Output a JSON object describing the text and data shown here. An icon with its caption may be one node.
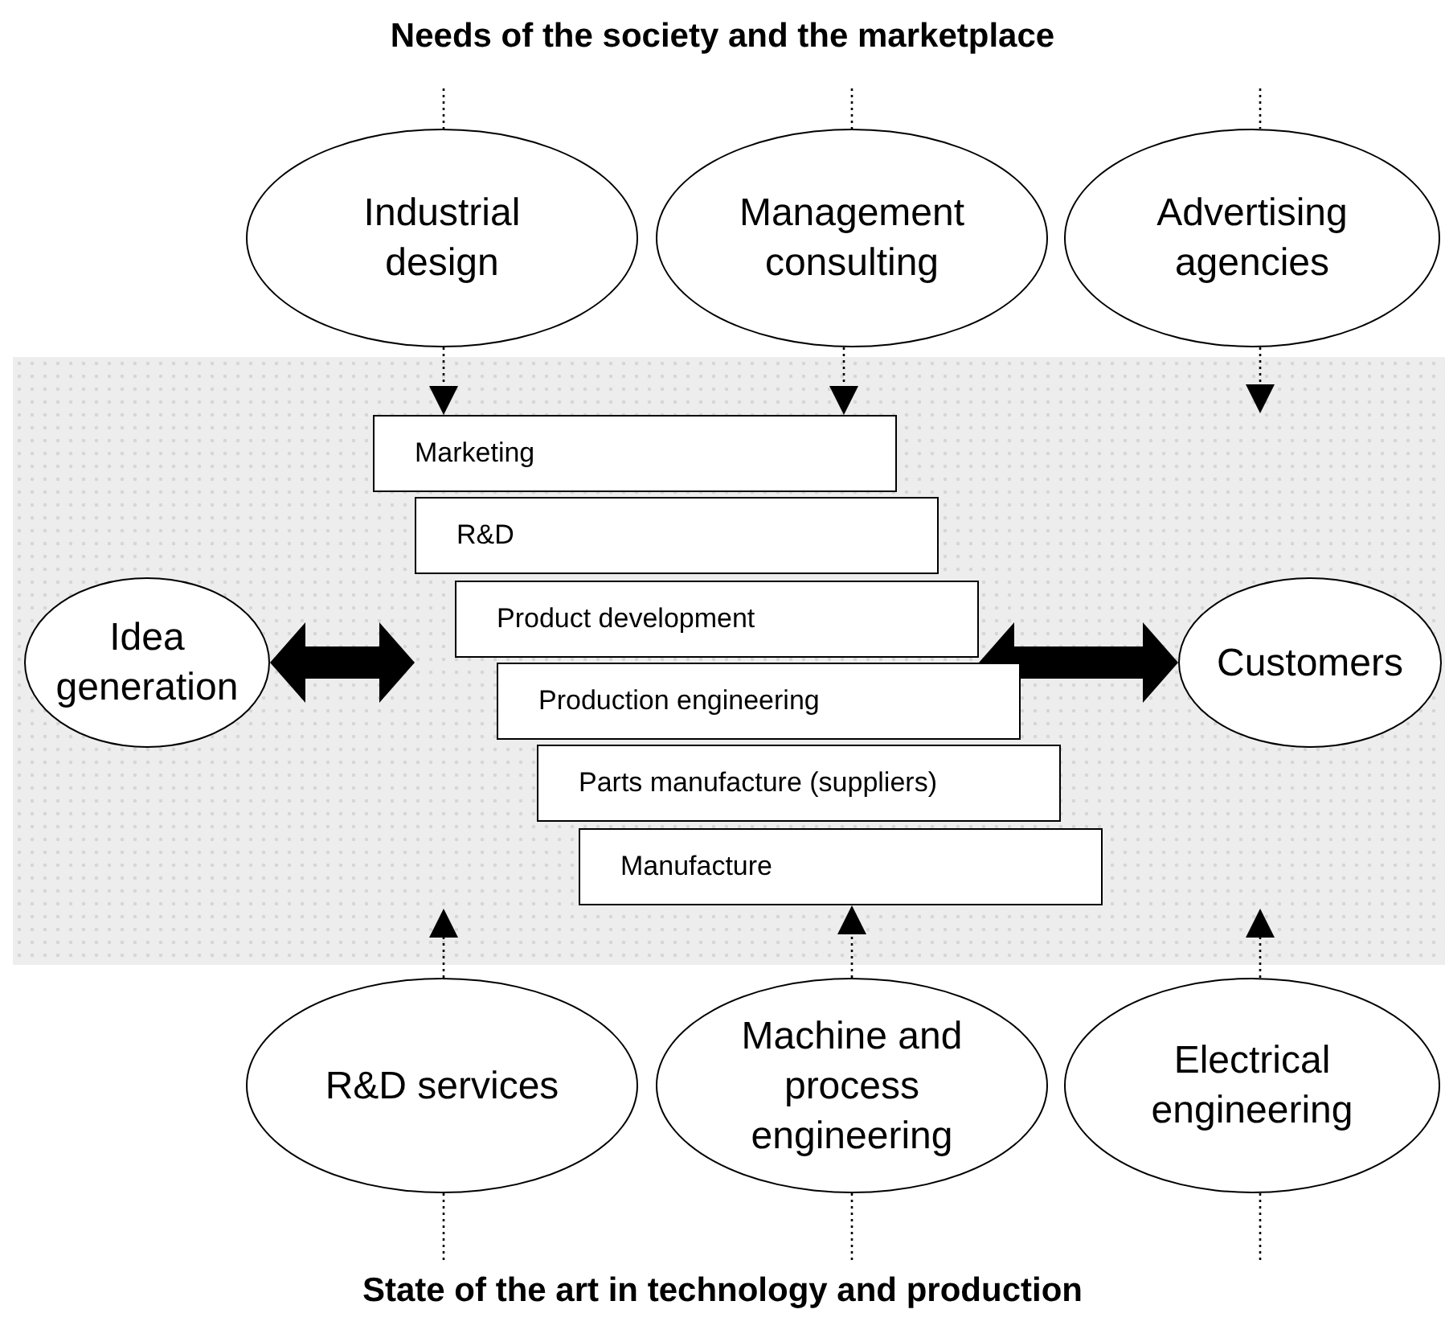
{
  "diagram": {
    "title": "Needs of the society and the marketplace",
    "caption": "State of the art in technology and production",
    "nodes": [
      {
        "text": [
          "Industrial design"
        ]
      },
      {
        "text": [
          "Management consulting"
        ]
      },
      {
        "text": [
          "Advertising agencies"
        ]
      },
      {
        "text": [
          "Marketing"
        ]
      },
      {
        "text": [
          "R&D"
        ]
      },
      {
        "text": [
          "Product development"
        ]
      },
      {
        "text": [
          "Idea generation"
        ]
      },
      {
        "text": [
          "Customers"
        ]
      },
      {
        "text": [
          "Production engineering"
        ]
      },
      {
        "text": [
          "Parts manufacture (suppliers)"
        ]
      },
      {
        "text": [
          "Manufacture"
        ]
      },
      {
        "text": [
          "R&D services"
        ]
      },
      {
        "text": [
          "Machine and process engineering"
        ]
      },
      {
        "text": [
          "Electrical engineering"
        ]
      }
    ],
    "edges": [
      {
        "from": null,
        "to": 0,
        "arrow": "none",
        "style": "dashed"
      },
      {
        "from": null,
        "to": 1,
        "arrow": "none",
        "style": "dashed"
      },
      {
        "from": null,
        "to": 2,
        "arrow": "none",
        "style": "dashed"
      },
      {
        "from": 0,
        "to": 3,
        "arrow": "to",
        "style": "dashed"
      },
      {
        "from": 1,
        "to": 3,
        "arrow": "to",
        "style": "dashed"
      },
      {
        "from": 2,
        "to": null,
        "arrow": "to",
        "style": "dashed"
      },
      {
        "from": 6,
        "to": 4,
        "arrow": "both",
        "style": "thick"
      },
      {
        "from": 7,
        "to": 5,
        "arrow": "both",
        "style": "thick"
      },
      {
        "from": 11,
        "to": null,
        "arrow": "to",
        "style": "dashed"
      },
      {
        "from": 12,
        "to": 10,
        "arrow": "to",
        "style": "dashed"
      },
      {
        "from": 13,
        "to": null,
        "arrow": "to",
        "style": "dashed"
      },
      {
        "from": 11,
        "to": null,
        "arrow": "none",
        "style": "dashed"
      },
      {
        "from": 12,
        "to": null,
        "arrow": "none",
        "style": "dashed"
      },
      {
        "from": 13,
        "to": null,
        "arrow": "none",
        "style": "dashed"
      }
    ]
  }
}
